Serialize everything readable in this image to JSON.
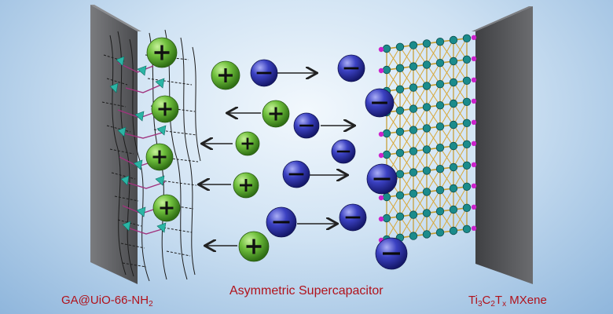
{
  "labels": {
    "left_material": "GA@UiO-66-NH",
    "left_subscript": "2",
    "center": "Asymmetric Supercapacitor",
    "right_parts": [
      "Ti",
      "3",
      "C",
      "2",
      "T",
      "x",
      " MXene"
    ]
  },
  "colors": {
    "label": "#b1121b",
    "electrode": "#5f6063",
    "cation": "#4c9a2a",
    "anion": "#2a2fa0",
    "lattice_bond": "#c49a2b",
    "lattice_atom": "#1b8b8b",
    "lattice_corner": "#cc22cc",
    "arrow": "#222222"
  },
  "icons": {
    "cation": "plus-ion-icon",
    "anion": "minus-ion-icon",
    "arrow": "arrow-icon"
  }
}
